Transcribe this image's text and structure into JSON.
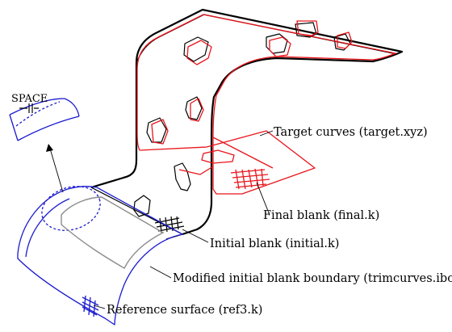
{
  "labels": {
    "space": "SPACE",
    "target_curves": "Target curves (target.xyz)",
    "final_blank": "Final blank (final.k)",
    "initial_blank": "Initial blank (initial.k)",
    "modified_boundary": "Modified initial blank boundary (trimcurves.ibo)",
    "reference_surface": "Reference surface (ref3.k)"
  },
  "colors": {
    "part_outline": "#000000",
    "target_curves": "#e8141b",
    "reference_surface": "#1a1ad0",
    "modified_boundary": "#8c8c8c"
  }
}
